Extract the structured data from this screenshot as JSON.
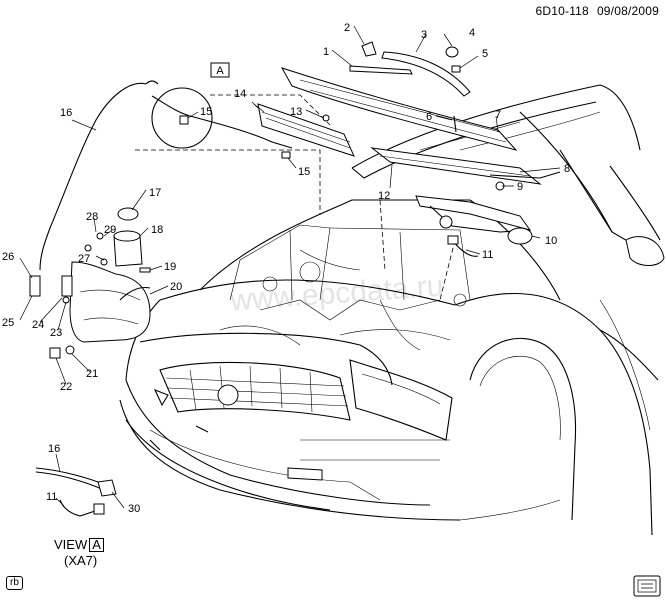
{
  "header": {
    "diagram_id": "6D10-118",
    "date": "09/08/2009"
  },
  "callouts": [
    "1",
    "2",
    "3",
    "4",
    "5",
    "6",
    "7",
    "8",
    "9",
    "10",
    "11",
    "12",
    "13",
    "14",
    "15",
    "15",
    "16",
    "17",
    "18",
    "19",
    "20",
    "21",
    "22",
    "23",
    "24",
    "25",
    "26",
    "27",
    "28",
    "29",
    "16",
    "11",
    "30"
  ],
  "view_marker": "A",
  "view": {
    "label": "VIEW",
    "letter": "A",
    "code": "(XA7)"
  },
  "footer": {
    "tag": "rb"
  },
  "watermark": "www.epcdata.ru"
}
